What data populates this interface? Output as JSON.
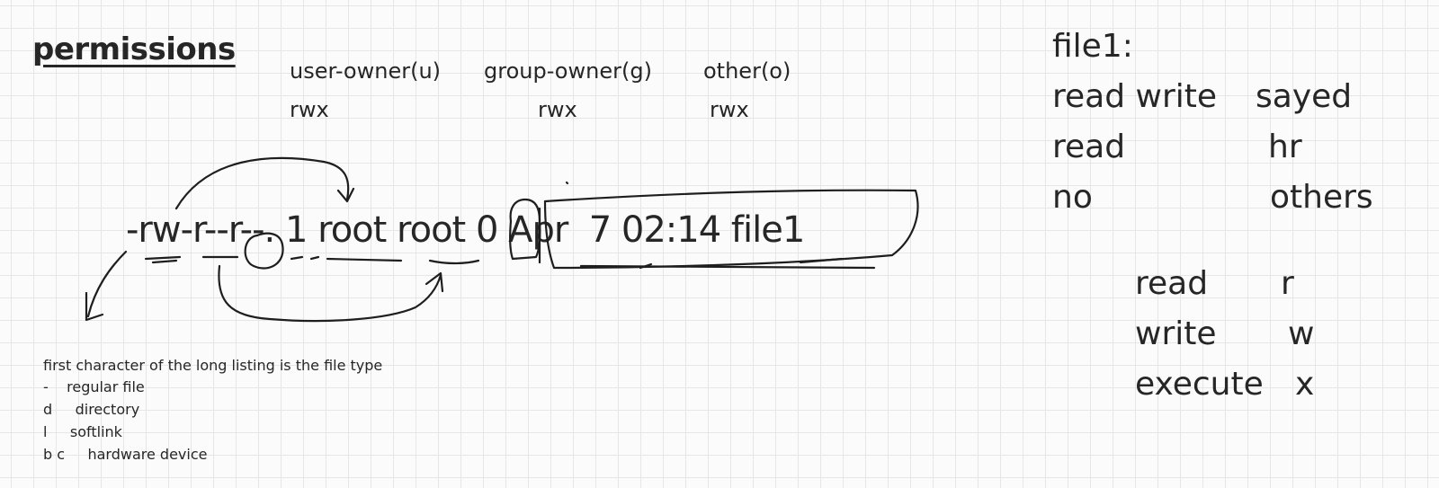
{
  "title": "permissions",
  "headers": {
    "user": "user-owner(u)",
    "group": "group-owner(g)",
    "other": "other(o)"
  },
  "rwx": {
    "user": "rwx",
    "group": "rwx",
    "other": "rwx"
  },
  "listing": "-rw-r--r--. 1 root root 0 Apr  7 02:14 file1",
  "notes": [
    "first character of the long listing is the file type",
    "-    regular file",
    "d     directory",
    "l     softlink",
    "b c     hardware device"
  ],
  "file_perms": {
    "heading": "file1:",
    "rows": [
      {
        "perm": "read write",
        "who": "sayed"
      },
      {
        "perm": "read",
        "who": "hr"
      },
      {
        "perm": "no",
        "who": "others"
      }
    ]
  },
  "legend": [
    {
      "name": "read",
      "letter": "r"
    },
    {
      "name": "write",
      "letter": "w"
    },
    {
      "name": "execute",
      "letter": "x"
    }
  ]
}
